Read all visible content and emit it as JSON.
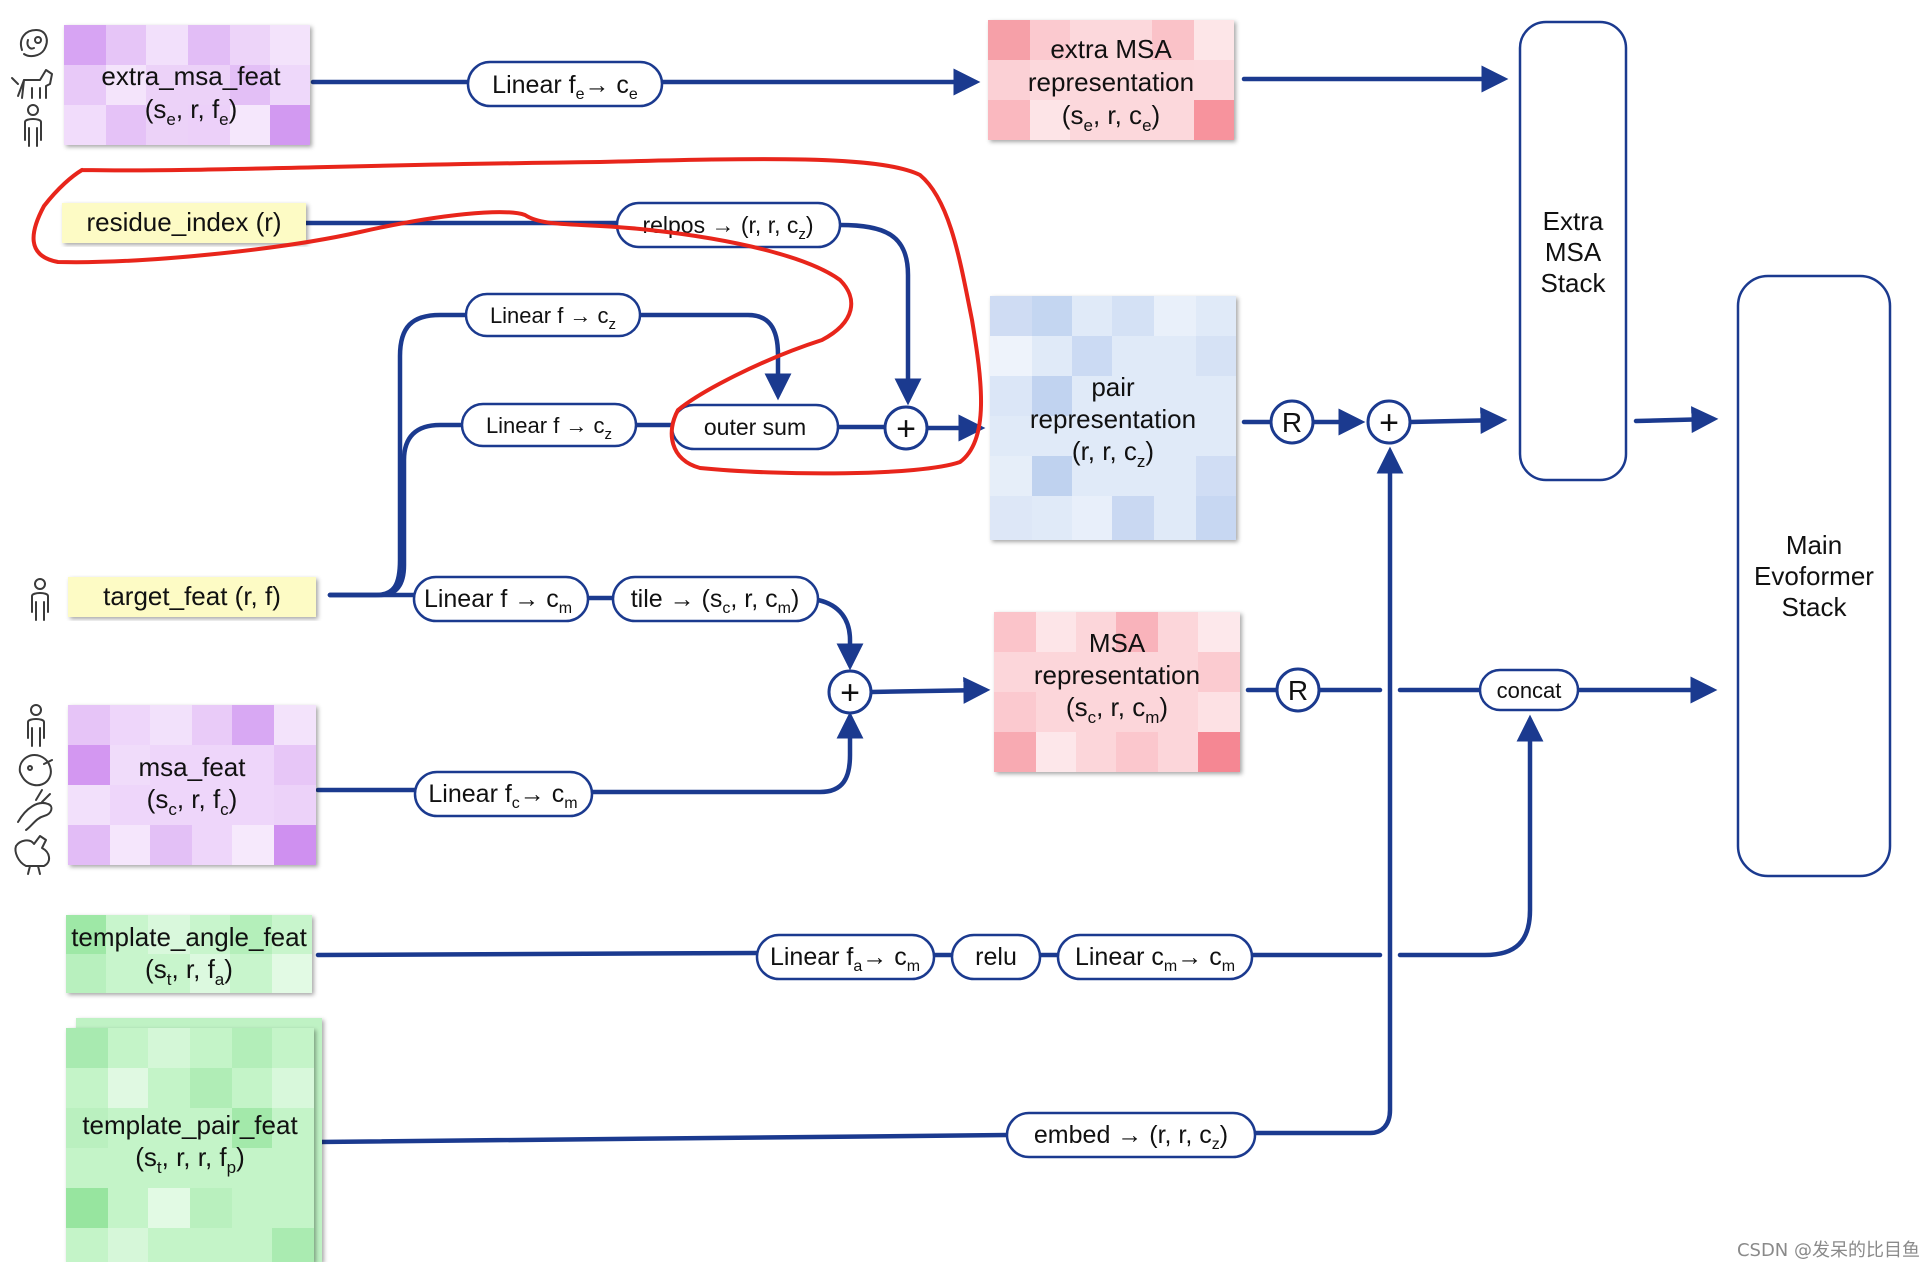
{
  "inputs": {
    "extra_msa_feat": {
      "name": "extra_msa_feat",
      "shape": "(s",
      "shape_sub": "e",
      "shape_mid": ", r, f",
      "shape_sub2": "e",
      "shape_end": ")"
    },
    "residue_index": {
      "name": "residue_index (r)"
    },
    "target_feat": {
      "name": "target_feat (r, f)"
    },
    "msa_feat": {
      "name": "msa_feat",
      "shape": "(s",
      "shape_sub": "c",
      "shape_mid": ", r, f",
      "shape_sub2": "c",
      "shape_end": ")"
    },
    "template_angle_feat": {
      "name": "template_angle_feat",
      "shape": "(s",
      "shape_sub": "t",
      "shape_mid": ", r, f",
      "shape_sub2": "a",
      "shape_end": ")"
    },
    "template_pair_feat": {
      "name": "template_pair_feat",
      "shape": "(s",
      "shape_sub": "t",
      "shape_mid": ", r, r, f",
      "shape_sub2": "p",
      "shape_end": ")"
    }
  },
  "ops": {
    "linear_fe_ce": {
      "a": "Linear f",
      "a_sub": "e",
      "b": "→ c",
      "b_sub": "e"
    },
    "relpos": {
      "a": "relpos → (r, r, c",
      "a_sub": "z",
      "b": ")"
    },
    "linear_f_cz_top": {
      "a": "Linear f → c",
      "a_sub": "z"
    },
    "linear_f_cz_bottom": {
      "a": "Linear f → c",
      "a_sub": "z"
    },
    "outer_sum": {
      "a": "outer sum"
    },
    "linear_f_cm": {
      "a": "Linear f → c",
      "a_sub": "m"
    },
    "tile": {
      "a": "tile → (s",
      "a_sub": "c",
      "b": ", r, c",
      "b_sub": "m",
      "c": ")"
    },
    "linear_fc_cm": {
      "a": "Linear f",
      "a_sub": "c",
      "b": "→ c",
      "b_sub": "m"
    },
    "linear_fa_cm": {
      "a": "Linear f",
      "a_sub": "a",
      "b": "→ c",
      "b_sub": "m"
    },
    "relu": {
      "a": "relu"
    },
    "linear_cm_cm": {
      "a": "Linear c",
      "a_sub": "m",
      "b": "→ c",
      "b_sub": "m"
    },
    "embed": {
      "a": "embed → (r, r, c",
      "a_sub": "z",
      "b": ")"
    },
    "concat": {
      "a": "concat"
    }
  },
  "representations": {
    "extra_msa": {
      "l1": "extra MSA",
      "l2": "representation",
      "l3": "(s",
      "l3_sub": "e",
      "l3_mid": ", r, c",
      "l3_sub2": "e",
      "l3_end": ")"
    },
    "pair": {
      "l1": "pair",
      "l2": "representation",
      "l3": "(r, r, c",
      "l3_sub": "z",
      "l3_end": ")"
    },
    "msa": {
      "l1": "MSA",
      "l2": "representation",
      "l3": "(s",
      "l3_sub": "c",
      "l3_mid": ", r, c",
      "l3_sub2": "m",
      "l3_end": ")"
    }
  },
  "symbols": {
    "plus": "+",
    "recycle": "R"
  },
  "stacks": {
    "extra_msa_stack": {
      "l1": "Extra",
      "l2": "MSA",
      "l3": "Stack"
    },
    "main_evoformer": {
      "l1": "Main",
      "l2": "Evoformer",
      "l3": "Stack"
    }
  },
  "icons": [
    "human-icon",
    "dog-icon",
    "fish-icon",
    "chicken-icon",
    "rabbit-icon",
    "pig-icon"
  ],
  "watermark": "CSDN @发呆的比目鱼",
  "colors": {
    "arrow": "#1b3a8f",
    "annotation": "#e8251b",
    "pale_yellow": "#fdfbc5",
    "purple": "#d8a8f0",
    "red": "#f6a0a8",
    "blue": "#d7e4f6",
    "green": "#b6f0bd"
  }
}
